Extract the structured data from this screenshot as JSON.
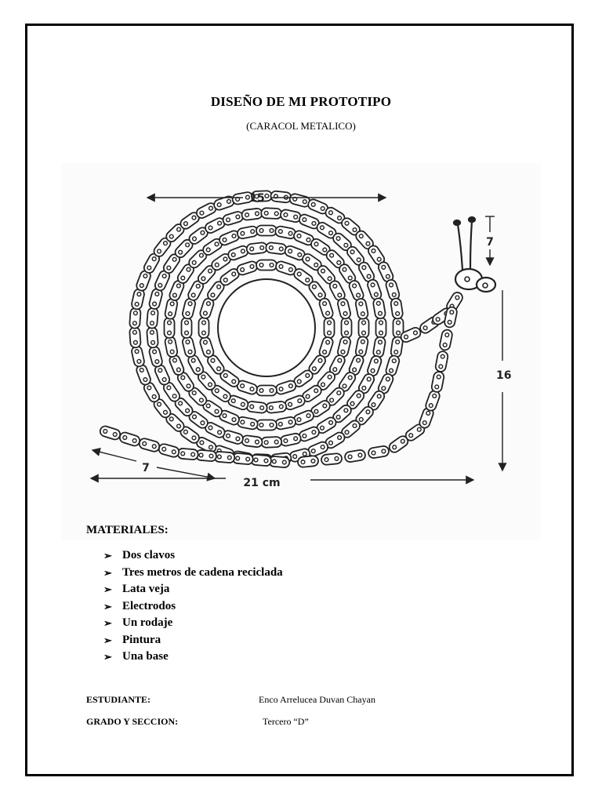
{
  "title": "DISEÑO DE MI PROTOTIPO",
  "subtitle": "(CARACOL METALICO)",
  "drawing": {
    "dim_width_top": "15",
    "dim_antenna": "7",
    "dim_height_right": "16",
    "dim_tail": "7",
    "dim_total": "21 cm"
  },
  "materials": {
    "heading": "MATERIALES:",
    "items": [
      "Dos clavos",
      "Tres metros de cadena reciclada",
      "Lata veja",
      "Electrodos",
      "Un rodaje",
      "Pintura",
      "Una base"
    ]
  },
  "student": {
    "label": "ESTUDIANTE:",
    "value": "Enco Arrelucea Duvan Chayan"
  },
  "grade": {
    "label": "GRADO Y SECCION:",
    "value": "Tercero “D”"
  }
}
